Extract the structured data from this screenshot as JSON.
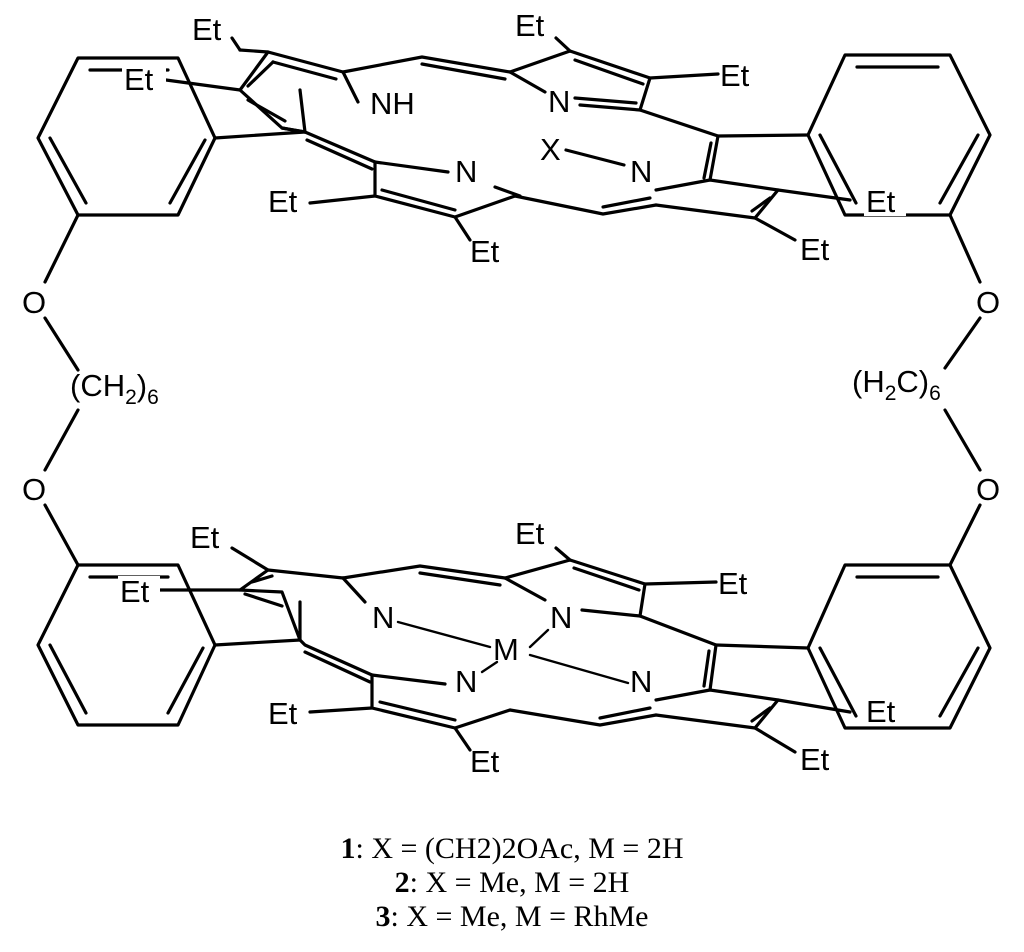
{
  "atoms": {
    "et": "Et",
    "nh": "NH",
    "n": "N",
    "x": "X",
    "m": "M",
    "o": "O",
    "linker_left_open": "(CH",
    "linker_left_sub": "2",
    "linker_left_close": ")",
    "linker_left_count": "6",
    "linker_right_open": "(H",
    "linker_right_sub": "2",
    "linker_right_close": "C)",
    "linker_right_count": "6"
  },
  "compounds": [
    {
      "number": "1",
      "text": ": X = (CH2)2OAc, M = 2H"
    },
    {
      "number": "2",
      "text": ": X = Me, M = 2H"
    },
    {
      "number": "3",
      "text": ": X = Me, M = RhMe"
    }
  ]
}
